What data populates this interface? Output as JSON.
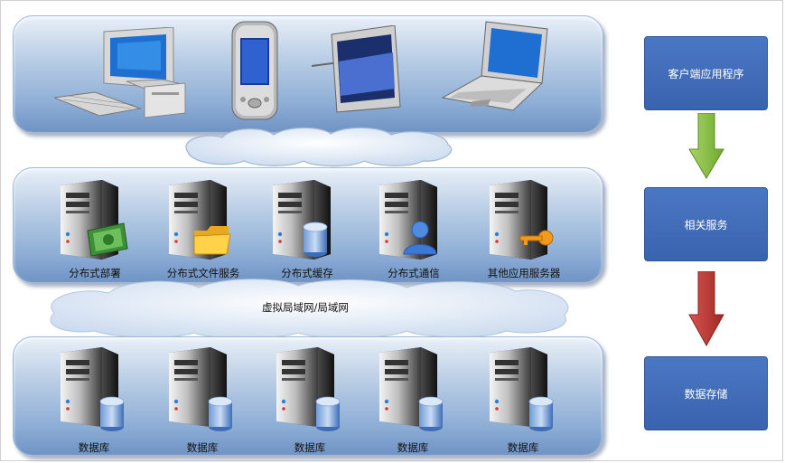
{
  "layers": {
    "client_devices": [
      "desktop-computer-icon",
      "pda-icon",
      "tablet-icon",
      "laptop-icon"
    ],
    "services": [
      {
        "label": "分布式部署",
        "badge": "money-icon"
      },
      {
        "label": "分布式文件服务",
        "badge": "folder-icon"
      },
      {
        "label": "分布式缓存",
        "badge": "database-icon"
      },
      {
        "label": "分布式通信",
        "badge": "user-icon"
      },
      {
        "label": "其他应用服务器",
        "badge": "key-icon"
      }
    ],
    "network_label": "虚拟局域网/局域网",
    "databases": [
      "数据库",
      "数据库",
      "数据库",
      "数据库",
      "数据库"
    ]
  },
  "side": {
    "client_apps": "客户端应用程序",
    "related_services": "相关服务",
    "data_storage": "数据存储"
  },
  "colors": {
    "side_box": "#3d67b1",
    "arrow_green": "#8cc63f",
    "arrow_red": "#c0392b",
    "band": "#8eaed6"
  }
}
